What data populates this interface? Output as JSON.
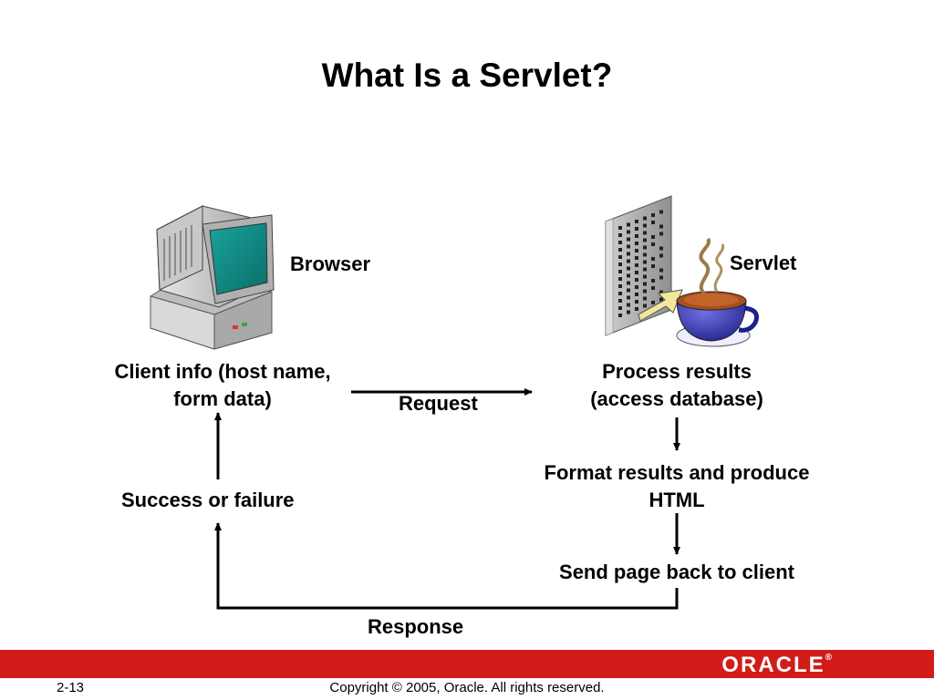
{
  "slide": {
    "title": "What Is a Servlet?",
    "page_number": "2-13",
    "copyright": "Copyright © 2005, Oracle.  All rights reserved.",
    "brand": "ORACLE",
    "brand_registered": "®"
  },
  "diagram": {
    "browser_label": "Browser",
    "servlet_label": "Servlet",
    "client_info_line1": "Client info (host name,",
    "client_info_line2": "form data)",
    "request_label": "Request",
    "process_line1": "Process results",
    "process_line2": "(access database)",
    "format_line1": "Format results and produce",
    "format_line2": "HTML",
    "send_label": "Send page back to client",
    "response_label": "Response",
    "success_label": "Success or failure"
  },
  "colors": {
    "accent_red": "#d21c19",
    "monitor_screen": "#0f8a84",
    "cup_blue": "#2e2ea0"
  },
  "icons": [
    "computer-icon",
    "java-servlet-icon"
  ]
}
